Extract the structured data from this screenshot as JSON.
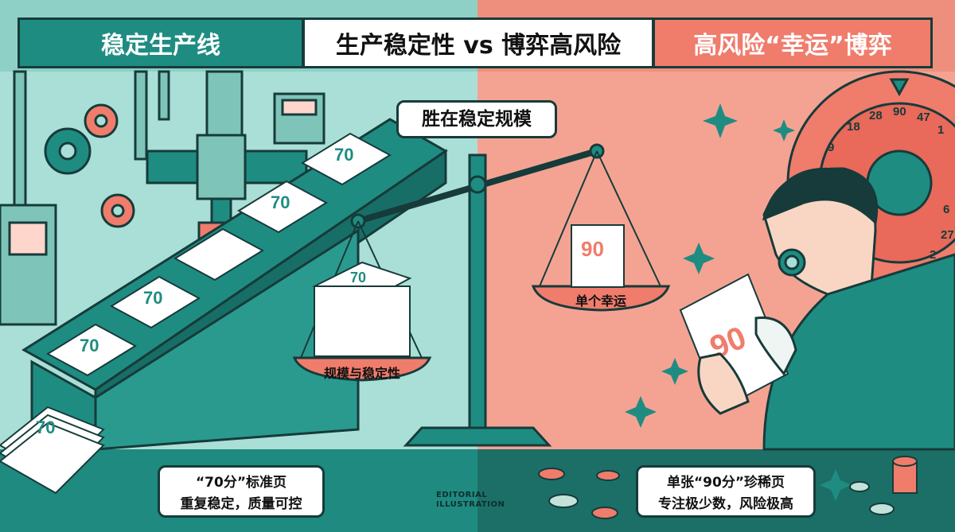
{
  "banners": {
    "left": "稳定生产线",
    "middle": "生产稳定性 vs 博弈高风险",
    "right": "高风险“幸运”博弈"
  },
  "scale": {
    "title": "胜在稳定规模",
    "left_pan_label": "规模与稳定性",
    "right_pan_label": "单个幸运"
  },
  "papers": {
    "standard_score": "70",
    "rare_score": "90"
  },
  "captions": {
    "left_line1": "“70分”标准页",
    "left_line2": "重复稳定，质量可控",
    "right_line1": "单张“90分”珍稀页",
    "right_line2": "专注极少数，风险极高"
  },
  "wheel_numbers": [
    "9",
    "18",
    "28",
    "90",
    "47",
    "1",
    "6",
    "27",
    "2"
  ],
  "credit": {
    "line1": "EDITORIAL",
    "line2": "ILLUSTRATION"
  },
  "colors": {
    "teal": "#1f8c82",
    "coral": "#f07c6c",
    "outline": "#163b3a",
    "bg_left": "#a9dfd6",
    "bg_right": "#f4a393"
  }
}
